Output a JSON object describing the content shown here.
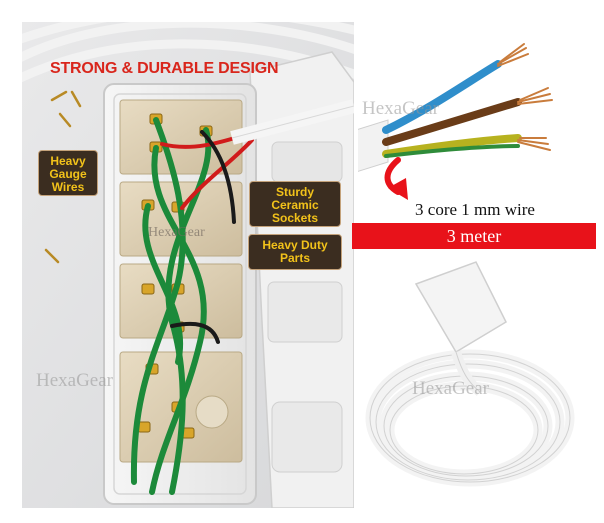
{
  "headline": "STRONG & DURABLE DESIGN",
  "callouts": {
    "gauge": [
      "Heavy",
      "Gauge",
      "Wires"
    ],
    "sockets": [
      "Sturdy",
      "Ceramic",
      "Sockets"
    ],
    "parts": [
      "Heavy Duty",
      "Parts"
    ]
  },
  "wire": {
    "caption": "3 core 1 mm wire",
    "length": "3 meter"
  },
  "watermark": "HexaGear",
  "colors": {
    "headline_red": "#d9261c",
    "callout_bg": "#3b2d20",
    "callout_text": "#f2c21a",
    "banner_red": "#e8121a"
  }
}
